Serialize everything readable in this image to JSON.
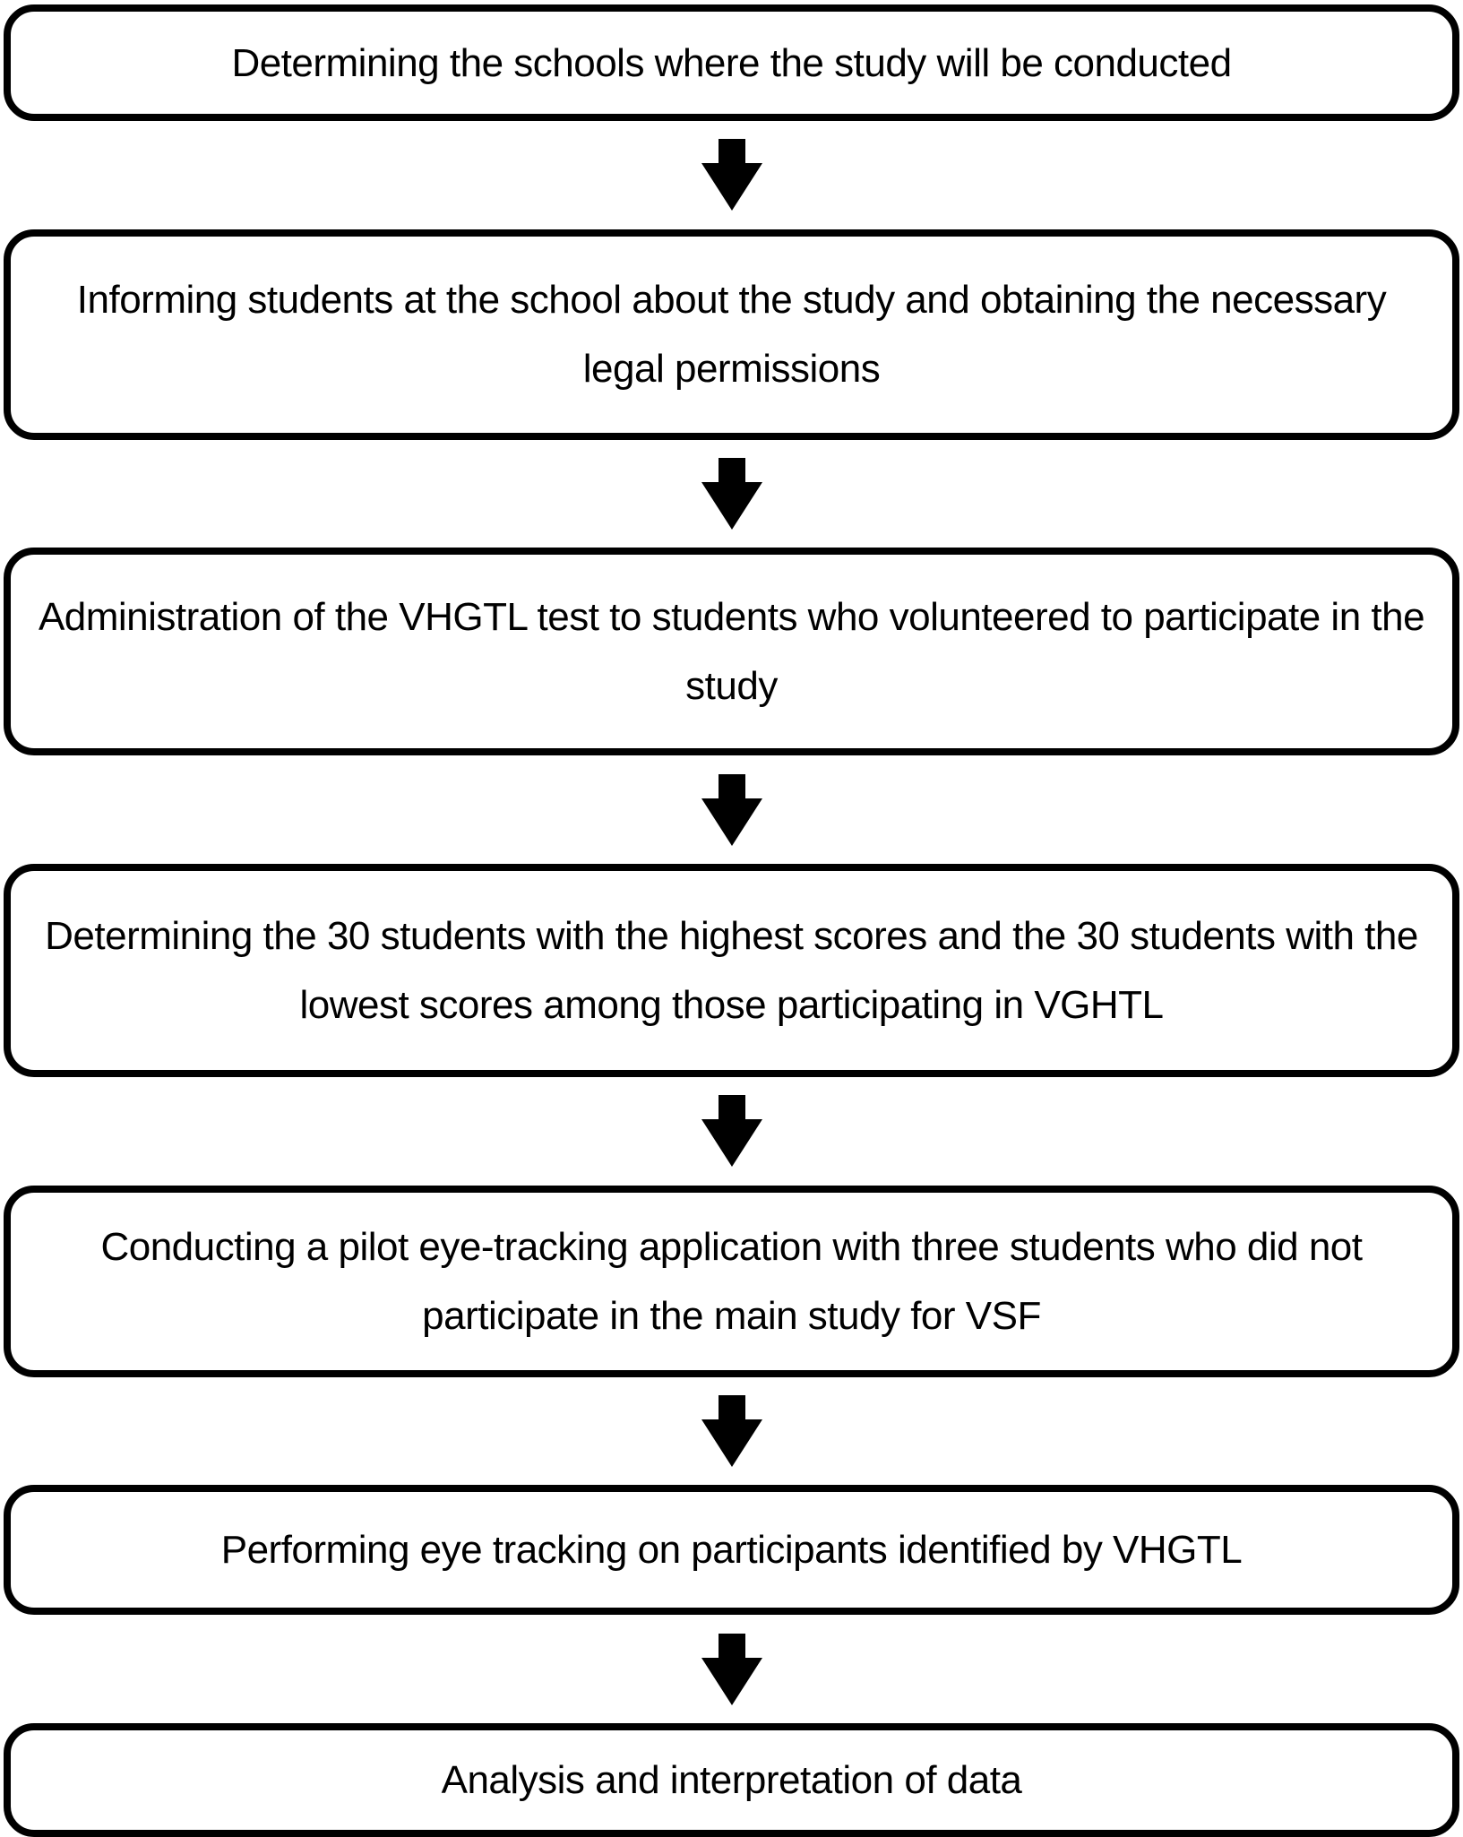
{
  "diagram": {
    "type": "flowchart",
    "direction": "top-to-bottom",
    "colors": {
      "background": "#ffffff",
      "box_border": "#000000",
      "box_fill": "#ffffff",
      "text": "#000000",
      "arrow": "#000000"
    },
    "connector": "down-block-arrow",
    "steps": [
      {
        "text": "Determining the schools where the study will be conducted"
      },
      {
        "text": "Informing students at the school about the study and obtaining the necessary legal permissions"
      },
      {
        "text": "Administration of the VHGTL test to students who volunteered to participate in the study"
      },
      {
        "text": "Determining the 30 students with the highest scores and the 30 students with the lowest scores among those participating in VGHTL"
      },
      {
        "text": "Conducting a pilot eye-tracking application with three students who did not participate in the main study for VSF"
      },
      {
        "text": "Performing eye tracking on participants identified by VHGTL"
      },
      {
        "text": "Analysis and interpretation of data"
      }
    ]
  }
}
